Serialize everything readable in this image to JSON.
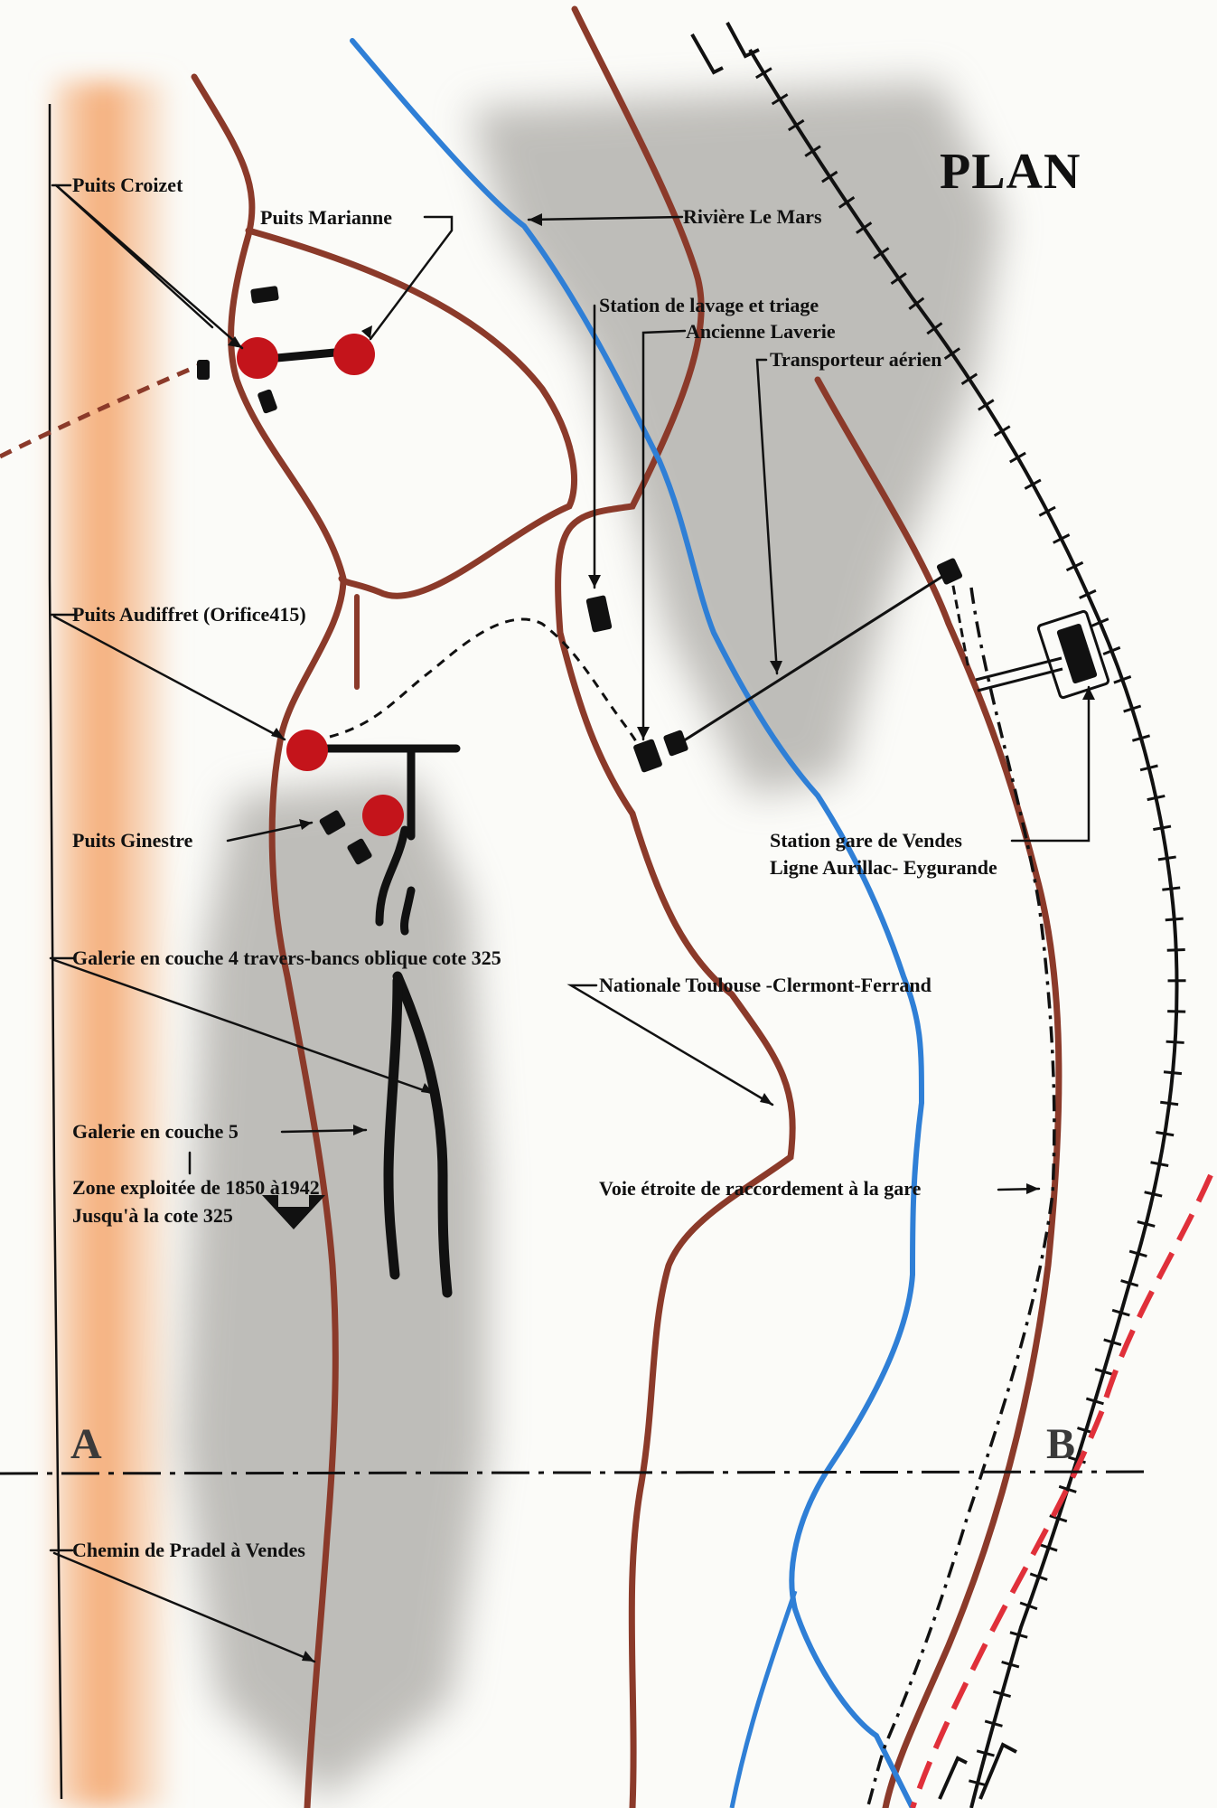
{
  "title": "PLAN",
  "section": {
    "a": "A",
    "b": "B"
  },
  "labels": {
    "puits_croizet": "Puits Croizet",
    "puits_marianne": "Puits Marianne",
    "riviere": "Rivière Le Mars",
    "station_lavage": "Station de lavage et triage",
    "ancienne_laverie": "Ancienne Laverie",
    "transporteur": "Transporteur aérien",
    "puits_audiffret": "Puits Audiffret (Orifice415)",
    "puits_ginestre": "Puits Ginestre",
    "station_gare": "Station gare de Vendes",
    "ligne": "Ligne Aurillac- Eygurande",
    "galerie_couche4": "Galerie en couche 4 travers-bancs oblique cote 325",
    "nationale": "Nationale Toulouse -Clermont-Ferrand",
    "galerie_couche5": "Galerie en couche 5",
    "zone_exploitee": "Zone exploitée de 1850 à1942",
    "jusqu": "Jusqu'à la cote 325",
    "voie_etroite": "Voie étroite de raccordement à la gare",
    "chemin": "Chemin de Pradel à Vendes"
  },
  "colors": {
    "road": "#8b3a2a",
    "river": "#2f7fd6",
    "shaft": "#c4141b",
    "rail": "#111111",
    "old_rail": "#e0303a",
    "grey_zone": "#8e8b86",
    "orange_band": "#f3a064"
  },
  "icons": [
    "shaft-dot",
    "building-marker",
    "down-arrow-icon"
  ]
}
